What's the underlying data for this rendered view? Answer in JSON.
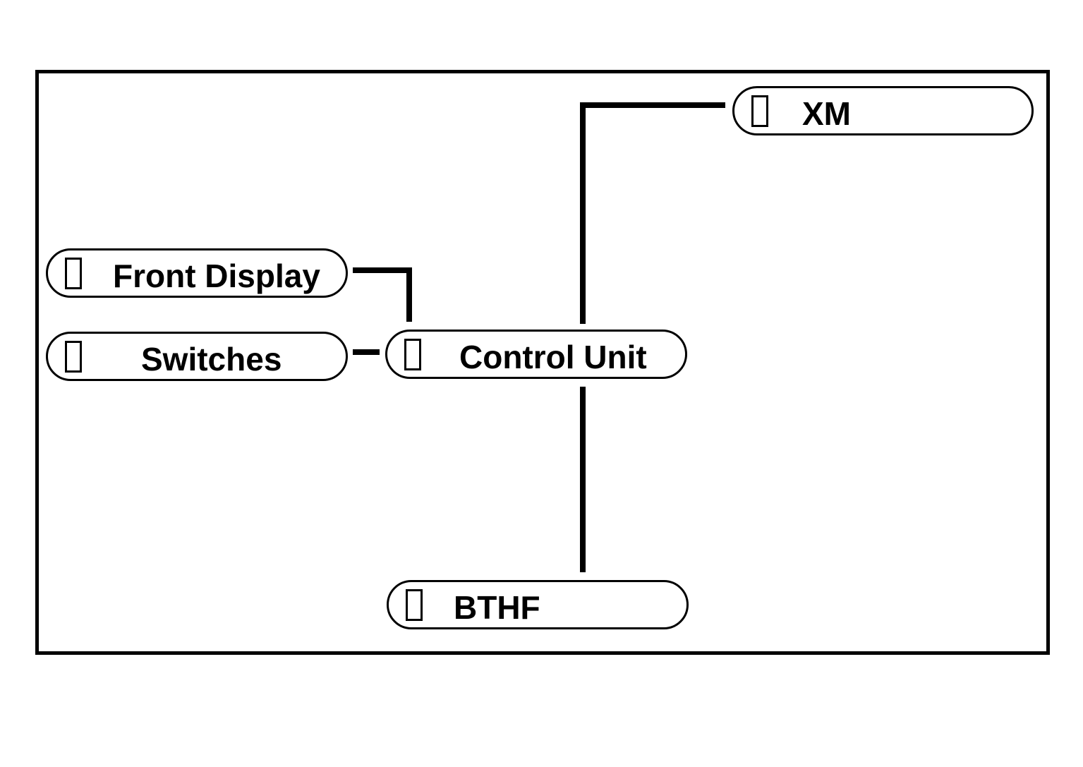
{
  "diagram": {
    "nodes": {
      "xm": {
        "label": "XM"
      },
      "front_display": {
        "label": "Front Display"
      },
      "switches": {
        "label": "Switches"
      },
      "control_unit": {
        "label": "Control Unit"
      },
      "bthf": {
        "label": "BTHF"
      }
    },
    "connections": [
      {
        "from": "Control Unit",
        "to": "XM"
      },
      {
        "from": "Control Unit",
        "to": "Front Display"
      },
      {
        "from": "Control Unit",
        "to": "Switches"
      },
      {
        "from": "Control Unit",
        "to": "BTHF"
      }
    ]
  }
}
